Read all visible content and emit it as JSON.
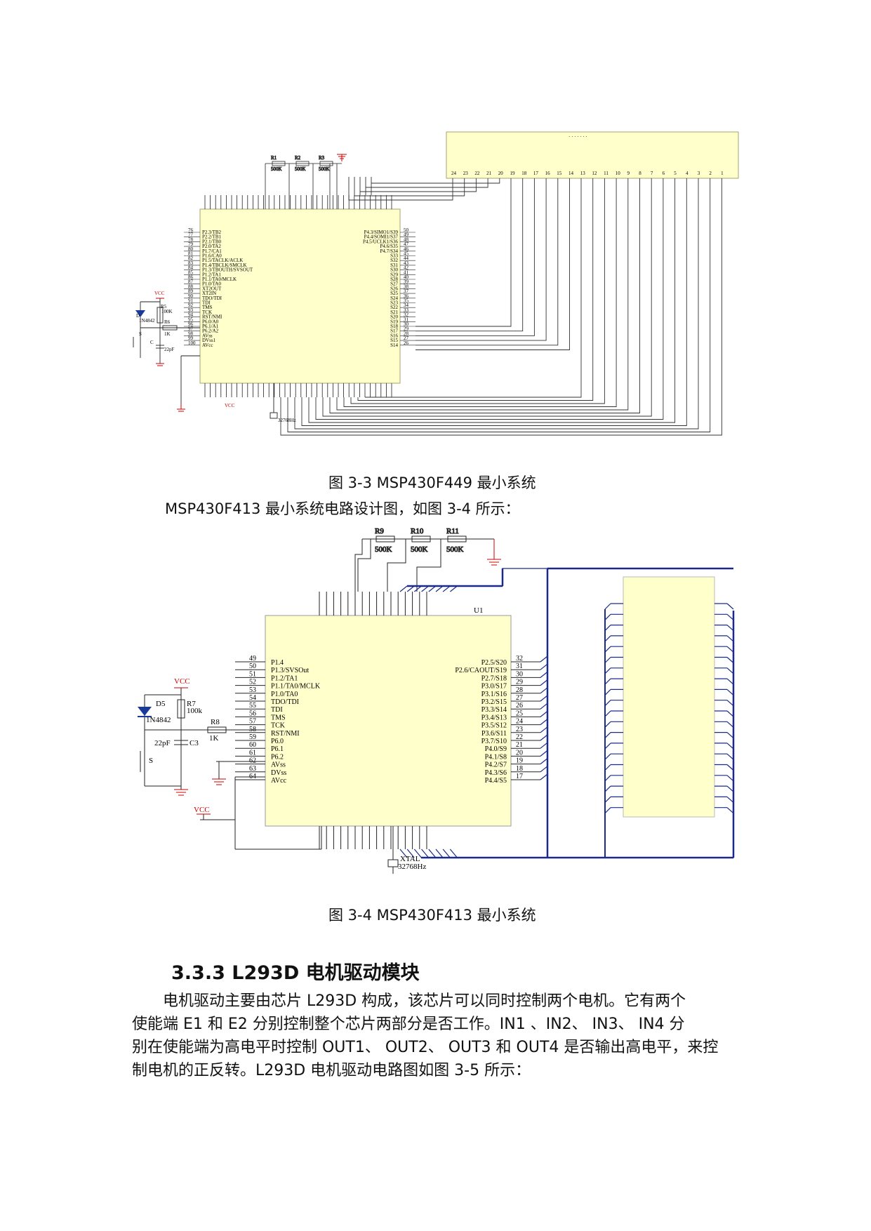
{
  "figure1": {
    "caption": "图 3-3  MSP430F449 最小系统",
    "resistors": [
      "R1",
      "R2",
      "R3"
    ],
    "resistor_values": [
      "500K",
      "500K",
      "500K"
    ],
    "lcd_pins": [
      "24",
      "23",
      "22",
      "21",
      "20",
      "19",
      "18",
      "17",
      "16",
      "15",
      "14",
      "13",
      "12",
      "11",
      "10",
      "9",
      "8",
      "7",
      "6",
      "5",
      "4",
      "3",
      "2",
      "1"
    ],
    "left_pin_numbers": [
      "76",
      "77",
      "78",
      "79",
      "80",
      "81",
      "82",
      "83",
      "84",
      "85",
      "86",
      "87",
      "88",
      "89",
      "90",
      "91",
      "92",
      "93",
      "94",
      "95",
      "96",
      "97",
      "98",
      "99",
      "100"
    ],
    "left_pin_names": [
      "P2.3/TB2",
      "P2.2/TB1",
      "P2.1/TB0",
      "P2.0/TA2",
      "P1.7/CA1",
      "P1.6/CA0",
      "P1.5/TACLK/ACLK",
      "P1.4/TBCLK/SMCLK",
      "P1.3/TBOUTH/SVSOUT",
      "P1.2/TA1",
      "P1.1/TA0/MCLK",
      "P1.0/TA0",
      "XT2OUT",
      "XT2IN",
      "TDO/TDI",
      "TDI",
      "TMS",
      "TCK",
      "RST/NMI",
      "P6.0/A0",
      "P6.1/A1",
      "P6.2/A2",
      "AVss",
      "DVss1",
      "AVcc"
    ],
    "right_pin_names": [
      "P4.3/SIMO1/S39",
      "P4.4/SOMI1/S37",
      "P4.5/UCLK1/S36",
      "P4.6/S35",
      "P4.7/S34",
      "S33",
      "S32",
      "S31",
      "S30",
      "S29",
      "S28",
      "S27",
      "S26",
      "S25",
      "S24",
      "S23",
      "S22",
      "S21",
      "S20",
      "S19",
      "S18",
      "S17",
      "S16",
      "S15",
      "S14"
    ],
    "right_pin_numbers": [
      "50",
      "49",
      "48",
      "47",
      "46",
      "45",
      "44",
      "43",
      "42",
      "41",
      "40",
      "39",
      "38",
      "37",
      "36",
      "35",
      "34",
      "33",
      "32",
      "31",
      "30",
      "29",
      "28",
      "27",
      "26"
    ],
    "vcc1": "VCC",
    "vcc2": "VCC",
    "diode": "D",
    "diode_part": "1N4842",
    "r5": "R5",
    "r5_val": "100K",
    "r6": "R6",
    "r6_val": "1K",
    "switch": "S",
    "cap": "C",
    "cap_val": "22pF",
    "crystal": "32768Hz"
  },
  "paragraph1": "MSP430F413 最小系统电路设计图，如图 3-4 所示：",
  "figure2": {
    "caption": "图 3-4  MSP430F413 最小系统",
    "chip_label": "U1",
    "resistors": [
      "R9",
      "R10",
      "R11"
    ],
    "resistor_values": [
      "500K",
      "500K",
      "500K"
    ],
    "left_pin_numbers": [
      "49",
      "50",
      "51",
      "52",
      "53",
      "54",
      "55",
      "56",
      "57",
      "58",
      "59",
      "60",
      "61",
      "62",
      "63",
      "64"
    ],
    "left_pin_names": [
      "P1.4",
      "P1.3/SVSOut",
      "P1.2/TA1",
      "P1.1/TA0/MCLK",
      "P1.0/TA0",
      "TDO/TDI",
      "TDI",
      "TMS",
      "TCK",
      "RST/NMI",
      "P6.0",
      "P6.1",
      "P6.2",
      "AVss",
      "DVss",
      "AVcc"
    ],
    "right_pin_names": [
      "P2.5/S20",
      "P2.6/CAOUT/S19",
      "P2.7/S18",
      "P3.0/S17",
      "P3.1/S16",
      "P3.2/S15",
      "P3.3/S14",
      "P3.4/S13",
      "P3.5/S12",
      "P3.6/S11",
      "P3.7/S10",
      "P4.0/S9",
      "P4.1/S8",
      "P4.2/S7",
      "P4.3/S6",
      "P4.4/S5"
    ],
    "right_pin_numbers": [
      "32",
      "31",
      "30",
      "29",
      "28",
      "27",
      "26",
      "25",
      "24",
      "23",
      "22",
      "21",
      "20",
      "19",
      "18",
      "17"
    ],
    "vcc1": "VCC",
    "vcc2": "VCC",
    "diode": "D5",
    "diode_part": "1N4842",
    "r7": "R7",
    "r7_val": "100k",
    "r8": "R8",
    "r8_val": "1K",
    "cap": "C3",
    "cap_val": "22pF",
    "switch": "S",
    "crystal_label": "XTAL",
    "crystal_val": "32768Hz"
  },
  "section": {
    "heading": "3.3.3 L293D 电机驱动模块",
    "lines": [
      "电机驱动主要由芯片 L293D 构成，该芯片可以同时控制两个电机。它有两个",
      "使能端 E1 和 E2 分别控制整个芯片两部分是否工作。IN1 、IN2、 IN3、 IN4 分",
      "别在使能端为高电平时控制 OUT1、 OUT2、 OUT3 和 OUT4 是否输出高电平，来控",
      "制电机的正反转。L293D 电机驱动电路图如图 3-5 所示："
    ]
  }
}
